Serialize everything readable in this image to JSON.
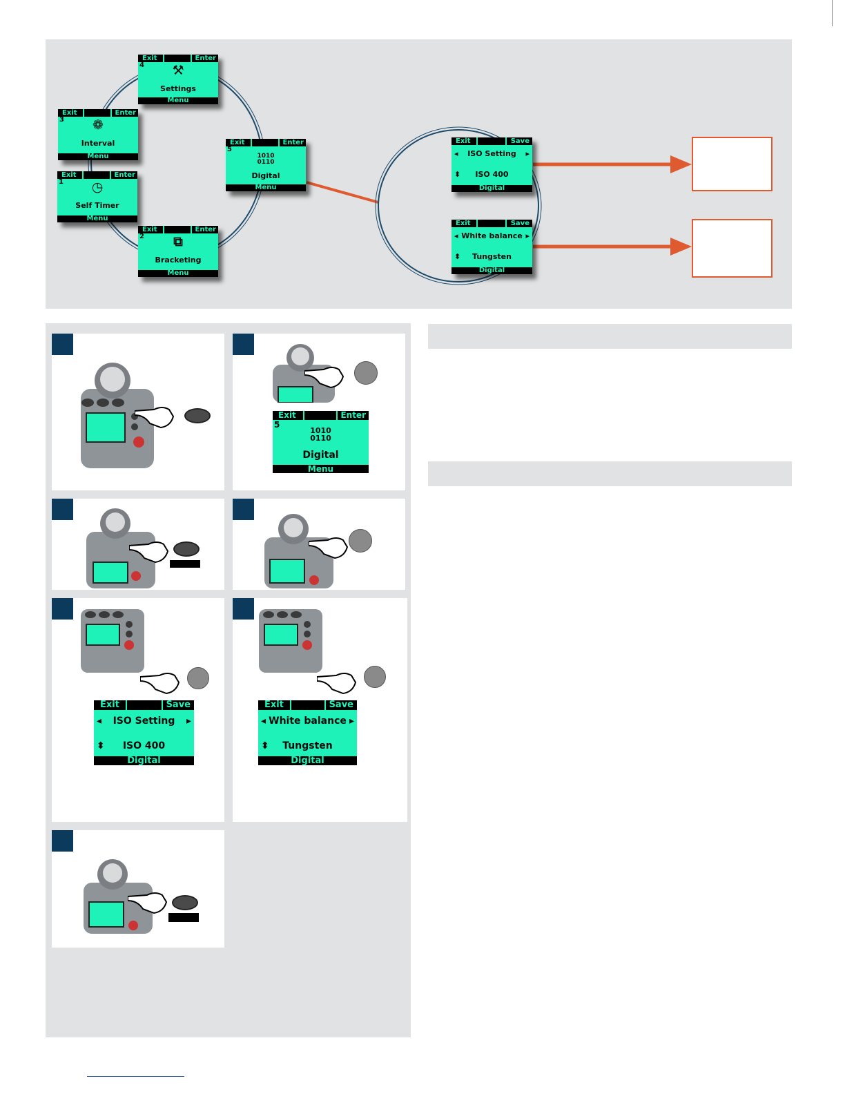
{
  "menu_screens": [
    {
      "id": "settings",
      "number": "4",
      "label": "Settings",
      "left": "Exit",
      "right": "Enter",
      "footer": "Menu",
      "icon": "⚒"
    },
    {
      "id": "interval",
      "number": "3",
      "label": "Interval",
      "left": "Exit",
      "right": "Enter",
      "footer": "Menu",
      "icon": "❁"
    },
    {
      "id": "self-timer",
      "number": "1",
      "label": "Self Timer",
      "left": "Exit",
      "right": "Enter",
      "footer": "Menu",
      "icon": "◷"
    },
    {
      "id": "bracketing",
      "number": "2",
      "label": "Bracketing",
      "left": "Exit",
      "right": "Enter",
      "footer": "Menu",
      "icon": "⧉"
    },
    {
      "id": "digital",
      "number": "5",
      "label": "Digital",
      "left": "Exit",
      "right": "Enter",
      "footer": "Menu",
      "icon": "1010\n0110"
    }
  ],
  "sub_screens": [
    {
      "id": "iso",
      "left": "Exit",
      "right": "Save",
      "title": "ISO Setting",
      "value": "ISO 400",
      "footer": "Digital"
    },
    {
      "id": "wb",
      "left": "Exit",
      "right": "Save",
      "title": "White balance",
      "value": "Tungsten",
      "footer": "Digital"
    }
  ],
  "glyphs": {
    "arrow_left": "◂",
    "arrow_right": "▸",
    "arrow_updown": "⬍",
    "binary": "1010\n0110"
  },
  "colors": {
    "lcd": "#1ef2b8",
    "step_box": "#0b3a5c",
    "arrow": "#e05a30",
    "panel": "#e1e2e3"
  }
}
